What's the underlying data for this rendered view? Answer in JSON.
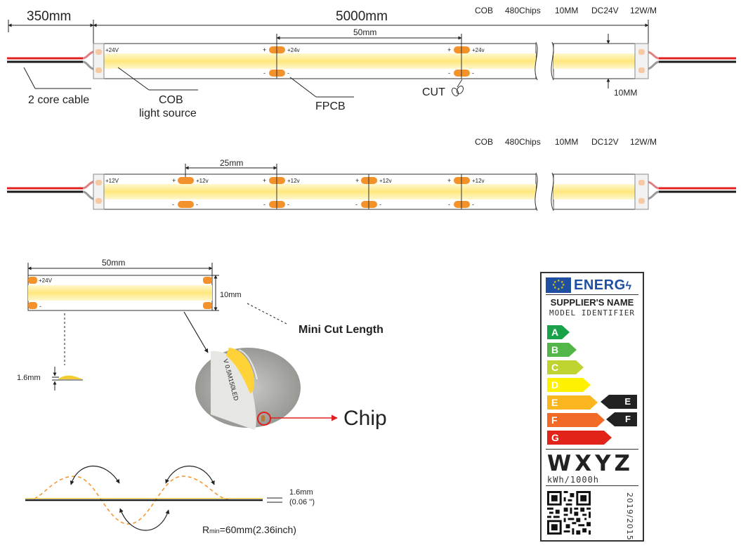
{
  "strip1": {
    "lead_length": "350mm",
    "total_length": "5000mm",
    "spec": {
      "type": "COB",
      "chips": "480Chips",
      "width": "10MM",
      "voltage": "DC24V",
      "power": "12W/M"
    },
    "segment_spacing": "50mm",
    "pcb_voltage_label": "+24V",
    "pad_voltage_label": "+24v",
    "plus": "+",
    "minus": "-",
    "width_label": "10MM",
    "callouts": {
      "cable": "2 core cable",
      "cob": "COB",
      "cob_sub": "light source",
      "fpcb": "FPCB",
      "cut": "CUT"
    }
  },
  "strip2": {
    "spec": {
      "type": "COB",
      "chips": "480Chips",
      "width": "10MM",
      "voltage": "DC12V",
      "power": "12W/M"
    },
    "segment_spacing": "25mm",
    "pcb_voltage_label": "+12V",
    "pad_voltage_label": "+12v",
    "plus": "+",
    "minus": "-"
  },
  "mini_cut": {
    "length_label": "50mm",
    "width_label": "10mm",
    "pad_plus_label": "+24V",
    "pad_minus_label": "-",
    "title": "Mini Cut Length",
    "thickness_label": "1.6mm"
  },
  "chip_photo": {
    "print_text": "V 0.5M150LED",
    "chip_label": "Chip"
  },
  "bend": {
    "thickness_mm": "1.6mm",
    "thickness_in": "(0.06 '')",
    "radius_prefix": "R",
    "radius_sub": "min",
    "radius_value": "=60mm(2.36inch)"
  },
  "energy_label": {
    "energy_word": "ENERG",
    "supplier": "SUPPLIER'S NAME",
    "model": "MODEL IDENTIFIER",
    "classes": [
      {
        "letter": "A",
        "color": "#1aa24a"
      },
      {
        "letter": "B",
        "color": "#52b748"
      },
      {
        "letter": "C",
        "color": "#bfd430"
      },
      {
        "letter": "D",
        "color": "#fff200"
      },
      {
        "letter": "E",
        "color": "#fbb61f"
      },
      {
        "letter": "F",
        "color": "#f26b26"
      },
      {
        "letter": "G",
        "color": "#e2231a"
      }
    ],
    "tag_top": "E",
    "tag_bottom": "F",
    "value": "WXYZ",
    "unit": "kWh/1000h",
    "year": "2019/2015"
  },
  "colors": {
    "led_yellow": "#fff2a8",
    "led_core": "#ffe36e",
    "pad_orange": "#f3922a",
    "wire_red": "#e02020",
    "wire_black": "#1a1a1a",
    "eu_blue": "#1f4fa0",
    "chip_arrow_red": "#e02020"
  }
}
